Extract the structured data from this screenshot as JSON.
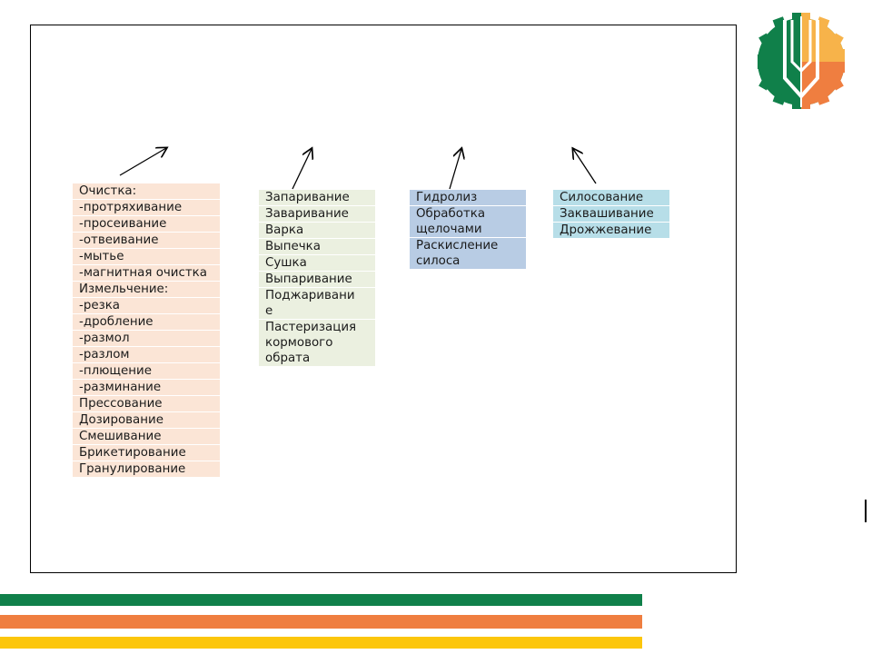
{
  "logo": {
    "name": "agro-gear-logo",
    "colors": {
      "green": "#10804a",
      "yellow": "#f7b34a",
      "orange": "#ef7e40"
    }
  },
  "columns": [
    {
      "id": "mechanical",
      "color": "#fbe5d6",
      "items": [
        "Очистка:",
        "-протряхивание",
        "-просеивание",
        "-отвеивание",
        "-мытье",
        "-магнитная очистка",
        "Измельчение:",
        "-резка",
        "-дробление",
        "-размол",
        "-разлом",
        "-плющение",
        "-разминание",
        "Прессование",
        "Дозирование",
        "Смешивание",
        "Брикетирование",
        "Гранулирование"
      ]
    },
    {
      "id": "thermal",
      "color": "#ebf0e0",
      "items": [
        "Запаривание",
        "Заваривание",
        "Варка",
        "Выпечка",
        "Сушка",
        "Выпаривание",
        "Поджаривани\nе",
        "Пастеризация\nкормового\nобрата"
      ]
    },
    {
      "id": "chemical",
      "color": "#b8cce4",
      "items": [
        "Гидролиз",
        "Обработка\nщелочами",
        "Раскисление\nсилоса"
      ]
    },
    {
      "id": "biological",
      "color": "#b7dee8",
      "items": [
        "Силосование",
        "Заквашивание",
        "Дрожжевание"
      ]
    }
  ],
  "stripes": {
    "green": "#10804a",
    "orange": "#ef7e40",
    "yellow": "#fcc60b"
  }
}
